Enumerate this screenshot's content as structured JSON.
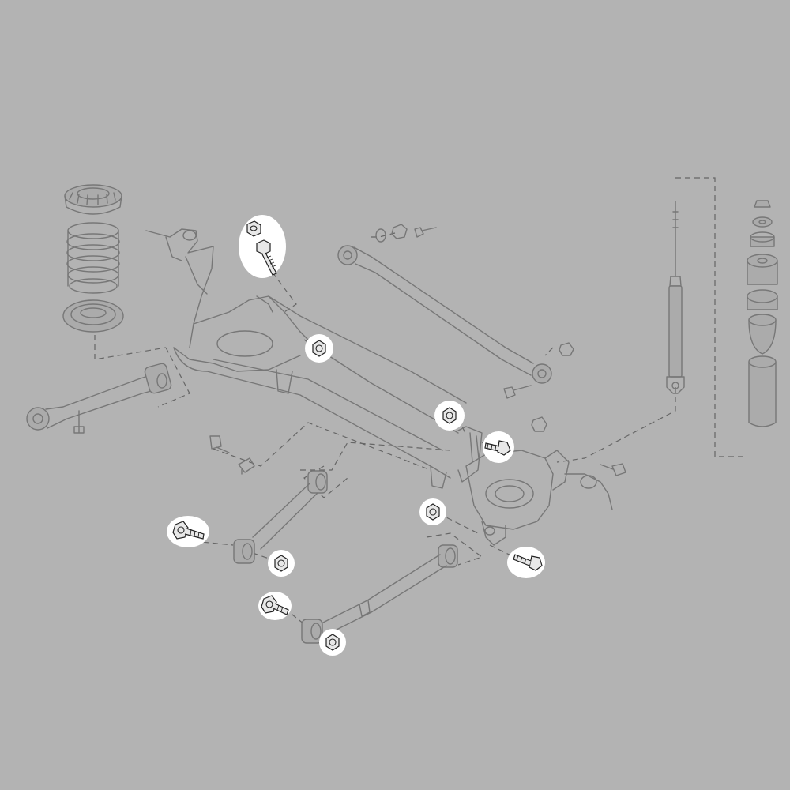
{
  "diagram": {
    "kind": "exploded rear suspension assembly",
    "background_color": "#b3b3b3",
    "highlight_color": "#ffffff",
    "line_color": "#777777",
    "hardware_line_color": "#222222",
    "parts": [
      "coil-spring",
      "upper-spring-seat",
      "lower-spring-seat",
      "rear-subframe",
      "lateral-link-upper",
      "trailing-arm",
      "lower-lateral-link-front",
      "lower-lateral-link-rear",
      "knuckle",
      "shock-absorber",
      "strut-mount-stack"
    ],
    "highlighted_hardware_count": 10
  }
}
